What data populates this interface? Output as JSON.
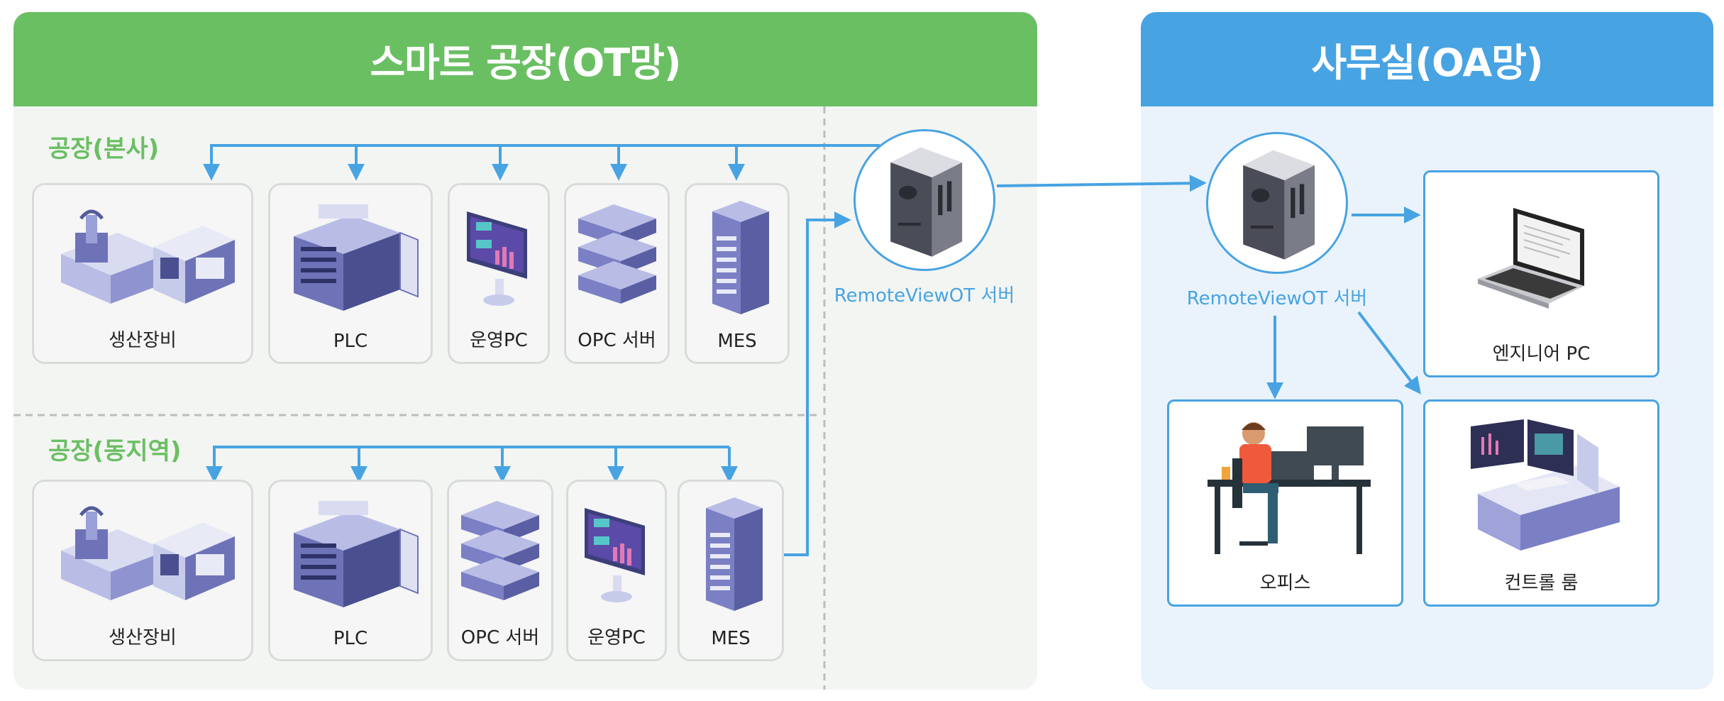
{
  "ot": {
    "title": "스마트 공장(OT망)",
    "groups": [
      {
        "label": "공장(본사)",
        "devices": [
          {
            "label": "생산장비",
            "icon": "machine-icon"
          },
          {
            "label": "PLC",
            "icon": "plc-cabinet-icon"
          },
          {
            "label": "운영PC",
            "icon": "monitor-icon"
          },
          {
            "label": "OPC 서버",
            "icon": "stacked-servers-icon"
          },
          {
            "label": "MES",
            "icon": "tower-server-icon"
          }
        ]
      },
      {
        "label": "공장(동지역)",
        "devices": [
          {
            "label": "생산장비",
            "icon": "machine-icon"
          },
          {
            "label": "PLC",
            "icon": "plc-cabinet-icon"
          },
          {
            "label": "OPC 서버",
            "icon": "stacked-servers-icon"
          },
          {
            "label": "운영PC",
            "icon": "monitor-icon"
          },
          {
            "label": "MES",
            "icon": "tower-server-icon"
          }
        ]
      }
    ],
    "server_label": "RemoteViewOT 서버"
  },
  "oa": {
    "title": "사무실(OA망)",
    "server_label": "RemoteViewOT 서버",
    "destinations": [
      {
        "label": "엔지니어 PC",
        "icon": "laptop-icon"
      },
      {
        "label": "오피스",
        "icon": "office-worker-icon"
      },
      {
        "label": "컨트롤 룸",
        "icon": "control-room-icon"
      }
    ]
  },
  "colors": {
    "ot_accent": "#6bbf63",
    "oa_accent": "#48a3e2",
    "device_purple": "#7b7fc4",
    "connector": "#48a3e2"
  }
}
